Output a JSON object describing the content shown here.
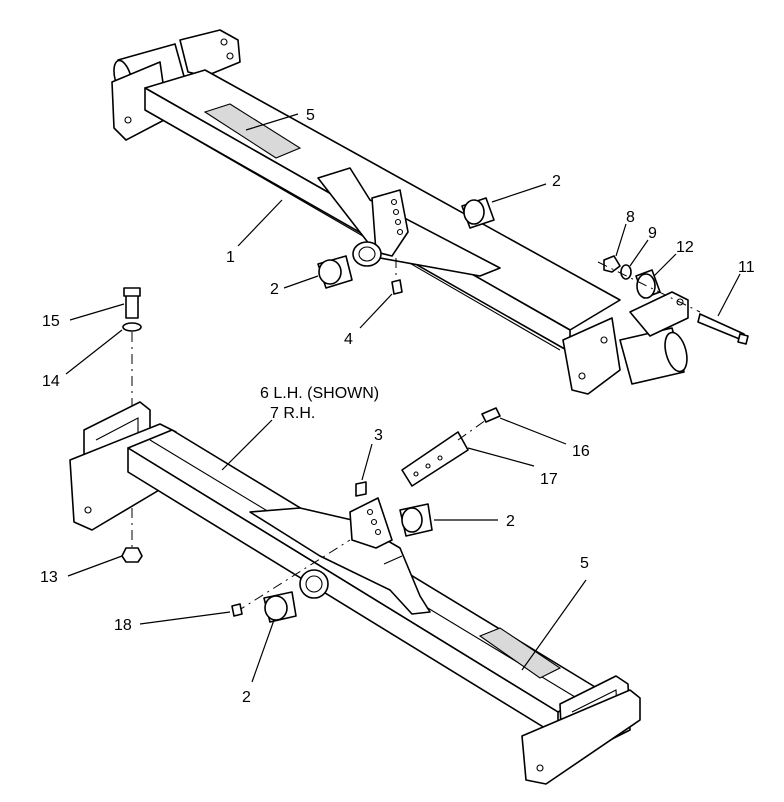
{
  "callouts": {
    "c5_top": "5",
    "c2_top_right": "2",
    "c1": "1",
    "c8": "8",
    "c9": "9",
    "c12": "12",
    "c11": "11",
    "c2_top_left": "2",
    "c4": "4",
    "c15": "15",
    "c14": "14",
    "c6": "6 L.H. (SHOWN)",
    "c7": "7 R.H.",
    "c3": "3",
    "c16": "16",
    "c17": "17",
    "c2_mid": "2",
    "c13": "13",
    "c5_bottom": "5",
    "c18": "18",
    "c2_bottom": "2"
  }
}
